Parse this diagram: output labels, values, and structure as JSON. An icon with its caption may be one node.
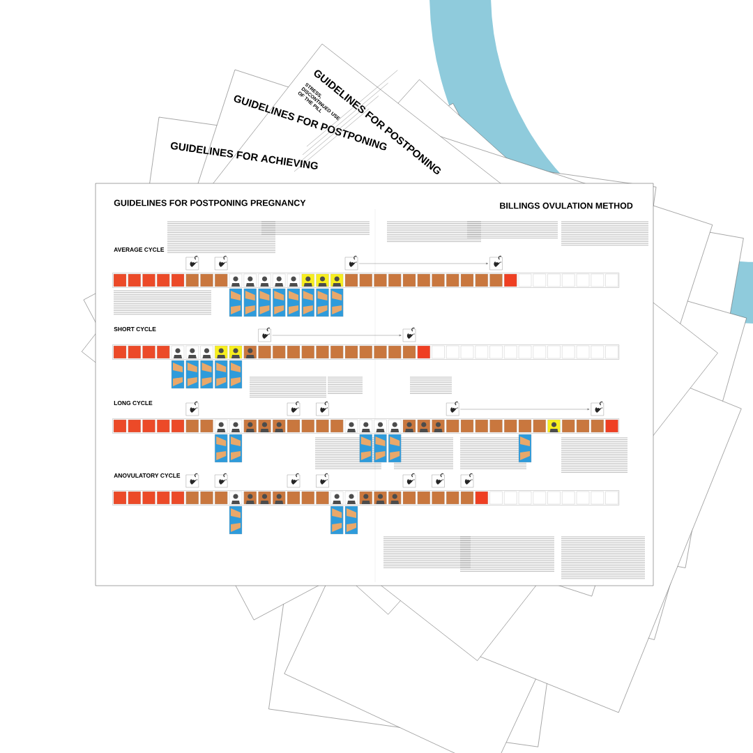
{
  "diagram": {
    "labels": [
      "GUIDELINES FOR ACHIEVING",
      "GUIDELINES FOR POSTPONING",
      "STRESS, DISCONTINUED USE OF THE PILL",
      "GUIDELINES FOR POSTPONING",
      "GUIDELINES FOR POSTPONING PREGNANCY",
      "BILLINGS OVULATION METHOD",
      "AVERAGE CYCLE",
      "SHORT CYCLE",
      "LONG CYCLE",
      "ANOVULATORY CYCLE"
    ]
  }
}
